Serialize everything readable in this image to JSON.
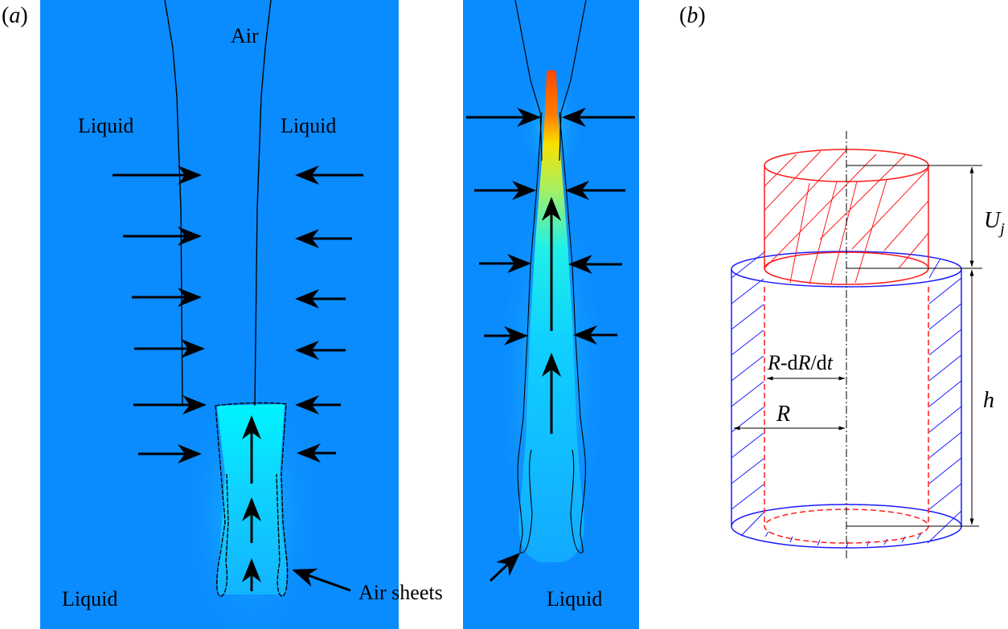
{
  "figure": {
    "panel_a": {
      "label_open": "(",
      "label_letter": "a",
      "label_close": ")",
      "left_snapshot": {
        "labels": {
          "air": "Air",
          "liquid_left": "Liquid",
          "liquid_right": "Liquid",
          "liquid_bottom": "Liquid"
        }
      },
      "right_snapshot": {
        "labels": {
          "liquid_bottom": "Liquid"
        }
      },
      "annotation": "Air sheets"
    },
    "panel_b": {
      "label_open": "(",
      "label_letter": "b",
      "label_close": ")",
      "dimension_labels": {
        "jet_height": "U",
        "jet_height_subscript": "j",
        "cylinder_height": "h",
        "inner_radius_R1": "R",
        "inner_radius_dash": "-d",
        "inner_radius_R2": "R",
        "inner_radius_slash": "/d",
        "inner_radius_t": "t",
        "outer_radius": "R"
      }
    },
    "colors": {
      "field_background": "#0a8cff",
      "jet_cyan": "#00f0ff",
      "jet_hot": "#ff5a00",
      "outer_cylinder": "#1a1aff",
      "jet_cylinder": "#ff1a1a",
      "dimension_line": "#000000"
    }
  }
}
